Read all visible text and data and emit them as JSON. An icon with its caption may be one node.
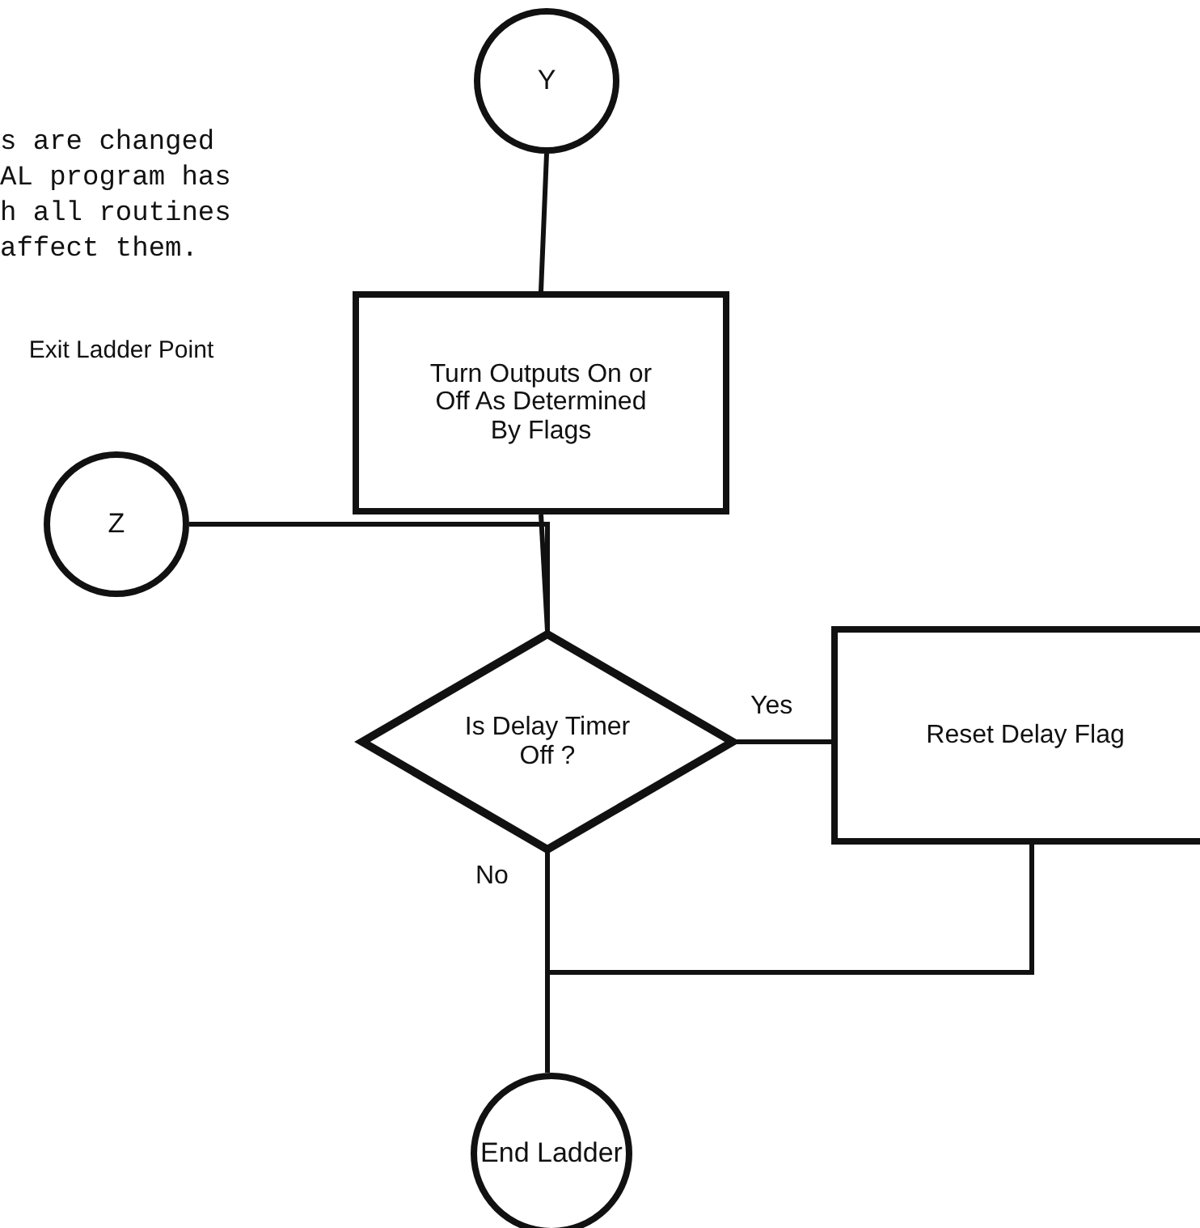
{
  "diagram": {
    "nodes": [
      {
        "text": [
          "Y"
        ]
      },
      {
        "text": [
          "Turn Outputs On or Off As Determined By Flags"
        ]
      },
      {
        "text": [
          "Z"
        ],
        "beside": [
          "Exit Ladder Point"
        ]
      },
      {
        "text": [
          "Is Delay Timer Off ?"
        ]
      },
      {
        "text": [
          "Reset Delay Flag"
        ]
      },
      {
        "text": [
          "End Ladder"
        ]
      }
    ],
    "edges": [
      {
        "from": 0,
        "to": 1,
        "arrow": "none"
      },
      {
        "from": 1,
        "to": 3,
        "arrow": "none"
      },
      {
        "from": 2,
        "to": 3,
        "arrow": "none"
      },
      {
        "from": 3,
        "to": 4,
        "arrow": "none",
        "label": "Yes"
      },
      {
        "from": 3,
        "to": 5,
        "arrow": "none",
        "label": "No"
      },
      {
        "from": 4,
        "to": 5,
        "arrow": "none"
      }
    ],
    "labels": [
      "s are changed AL program has h all routines affect them."
    ]
  }
}
